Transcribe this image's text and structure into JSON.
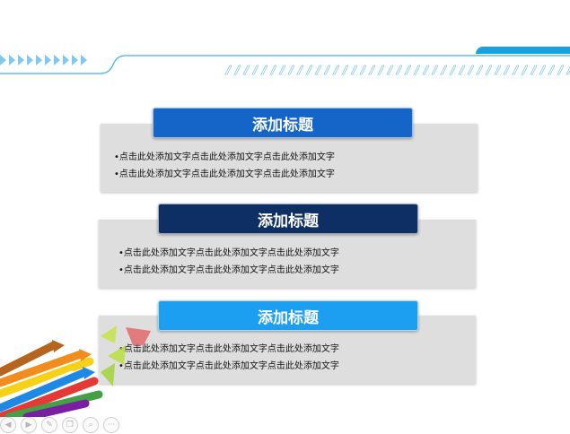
{
  "slide": {
    "sections": [
      {
        "title": "添加标题",
        "title_color": "#1565c8",
        "bullets": [
          "•点击此处添加文字点击此处添加文字点击此处添加文字",
          "•点击此处添加文字点击此处添加文字点击此处添加文字"
        ]
      },
      {
        "title": "添加标题",
        "title_color": "#0d2f63",
        "bullets": [
          "•点击此处添加文字点击此处添加文字点击此处添加文字",
          "•点击此处添加文字点击此处添加文字点击此处添加文字"
        ]
      },
      {
        "title": "添加标题",
        "title_color": "#1c9ff0",
        "bullets": [
          "•点击此处添加文字点击此处添加文字点击此处添加文字",
          "•点击此处添加文字点击此处添加文字点击此处添加文字"
        ]
      }
    ]
  },
  "colors": {
    "accent_blue": "#1aa0e0",
    "panel_gray": "#dedede"
  },
  "toolbar": {
    "icons": [
      "previous-icon",
      "next-icon",
      "pen-icon",
      "copy-icon",
      "zoom-icon",
      "more-icon"
    ],
    "more_label": "···"
  }
}
